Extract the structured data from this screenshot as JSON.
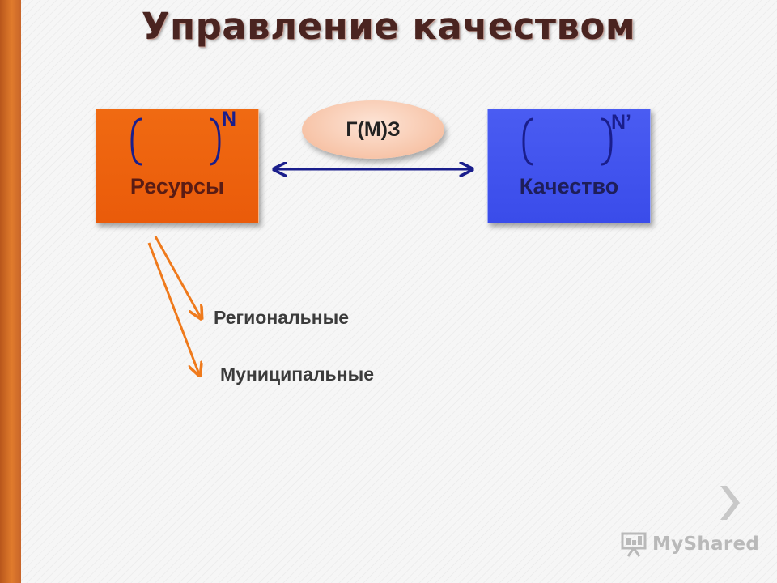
{
  "slide": {
    "title": "Управление качеством",
    "resources_box": {
      "label": "Ресурсы",
      "superscript": "N"
    },
    "quality_box": {
      "label": "Качество",
      "superscript": "N’"
    },
    "connector_label": "Г(М)З",
    "branches": [
      "Региональные",
      "Муниципальные"
    ],
    "navigation": {
      "next_icon": "chevron-right-icon"
    }
  },
  "watermark": {
    "text": "MyShared"
  },
  "colors": {
    "resources_fill": "#ea5b0a",
    "quality_fill": "#3a4cea",
    "connector_fill": "#f7c4a8",
    "bracket": "#1a1e8c",
    "arrow_orange": "#ef7a1c",
    "arrow_blue": "#1a1e8c"
  }
}
